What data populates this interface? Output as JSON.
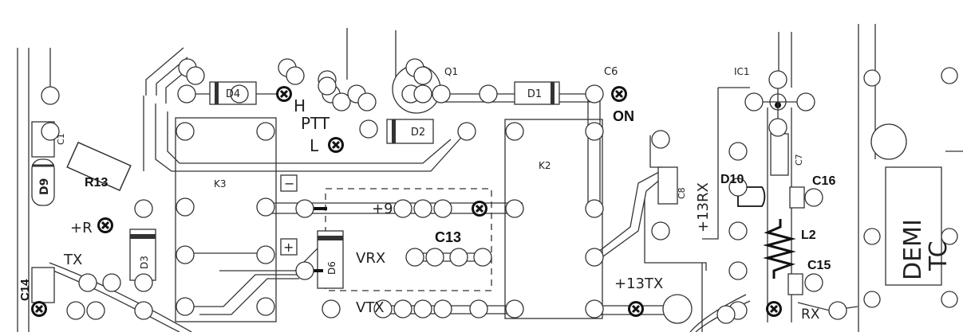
{
  "labels": {
    "r13": "R13",
    "d9": "D9",
    "c1": "C1",
    "c14": "C14",
    "tx": "TX",
    "plus_r": "+R",
    "d3": "D3",
    "d4": "D4",
    "h": "H",
    "ptt": "PTT",
    "l": "L",
    "d2": "D2",
    "q1": "Q1",
    "d1": "D1",
    "c6": "C6",
    "on": "ON",
    "k3": "K3",
    "k2": "K2",
    "plus9": "+9",
    "c13": "C13",
    "vrx": "VRX",
    "vtx": "VTX",
    "d6": "D6",
    "minus_sign": "−",
    "plus_sign": "+",
    "ic1": "IC1",
    "c7": "C7",
    "c8": "C8",
    "p13rx": "+13RX",
    "d10": "D10",
    "c16": "C16",
    "l2": "L2",
    "c15": "C15",
    "p13tx": "+13TX",
    "rx": "RX",
    "demi": "DEMI",
    "tc": "TC"
  },
  "colors": {
    "background": "#ffffff",
    "line": "#333333",
    "marker": "#111111"
  }
}
